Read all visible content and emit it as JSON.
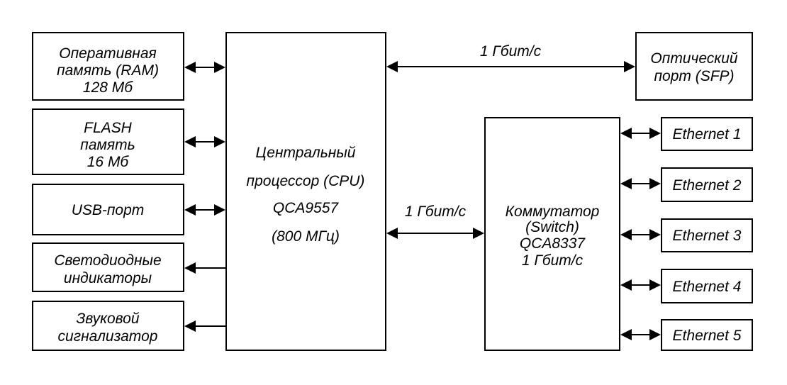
{
  "memory": {
    "line1": "Оперативная",
    "line2": "память (RAM)",
    "line3": "128 Мб"
  },
  "flash": {
    "line1": "FLASH",
    "line2": "память",
    "line3": "16 Мб"
  },
  "usb": {
    "label": "USB-порт"
  },
  "leds": {
    "line1": "Светодиодные",
    "line2": "индикаторы"
  },
  "buzzer": {
    "line1": "Звуковой",
    "line2": "сигнализатор"
  },
  "cpu": {
    "line1": "Центральный",
    "line2": "процессор (CPU)",
    "line3": "QCA9557",
    "line4": "(800 МГц)"
  },
  "sfp": {
    "line1": "Оптический",
    "line2": "порт (SFP)"
  },
  "switch": {
    "line1": "Коммутатор",
    "line2": "(Switch)",
    "line3": "QCA8337",
    "line4": "1 Гбит/с"
  },
  "ethernet": [
    "Ethernet 1",
    "Ethernet 2",
    "Ethernet 3",
    "Ethernet 4",
    "Ethernet 5"
  ],
  "links": {
    "cpu_sfp_speed": "1 Гбит/с",
    "cpu_switch_speed": "1 Гбит/с"
  }
}
